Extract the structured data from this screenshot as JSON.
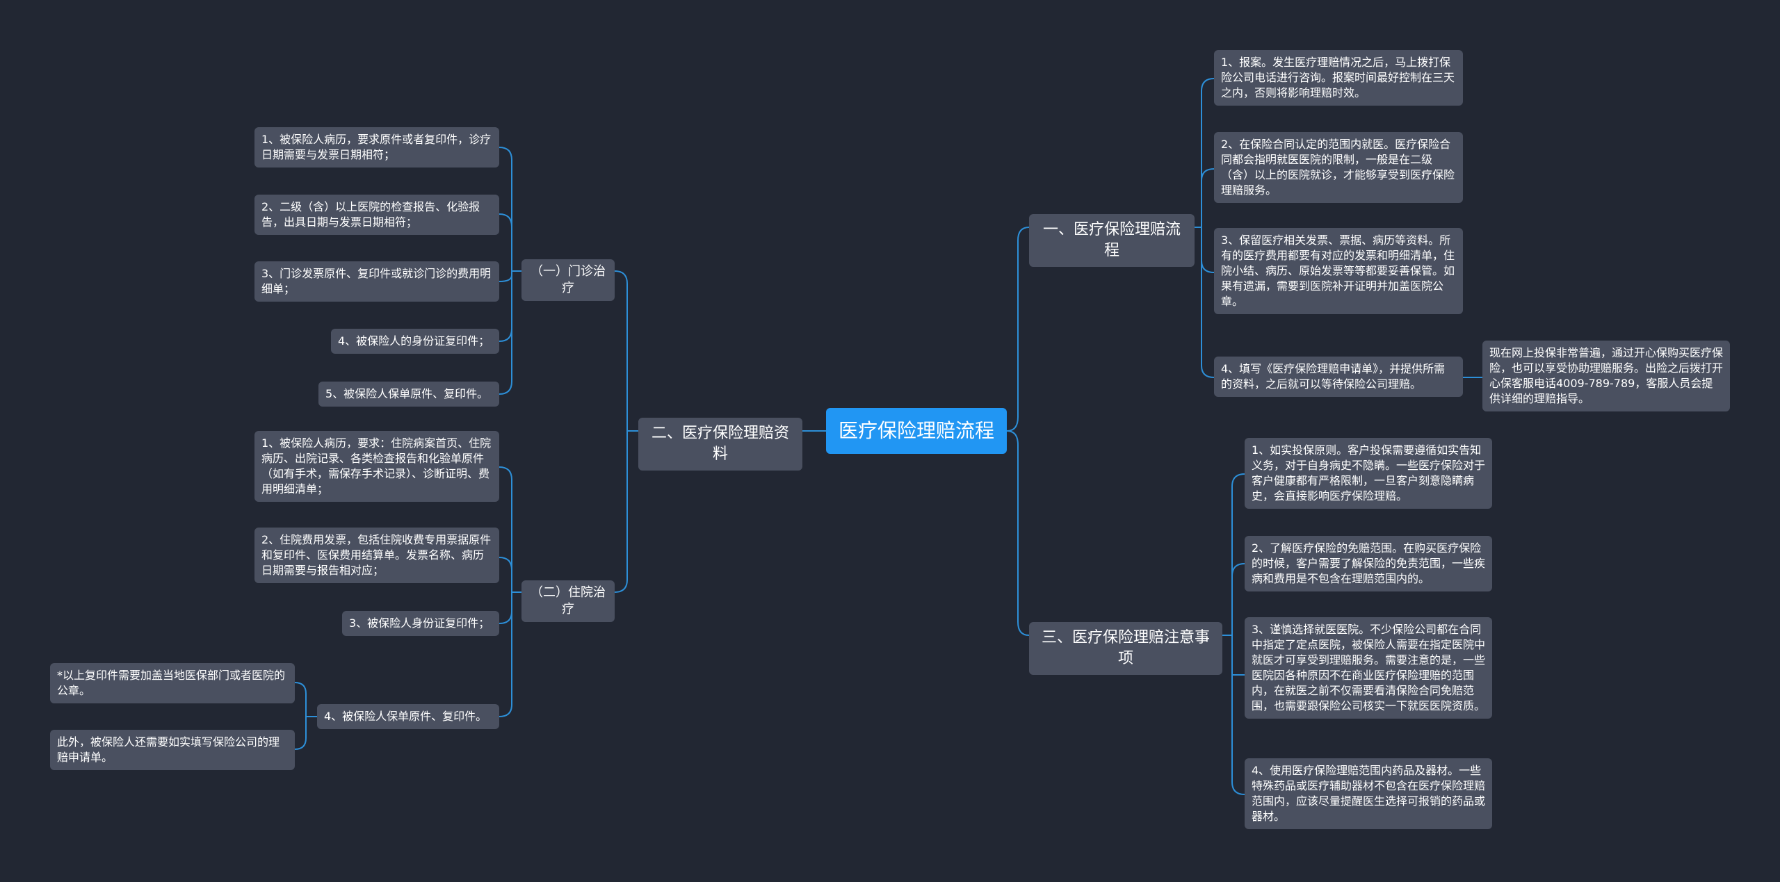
{
  "root": {
    "label": "医疗保险理赔流程"
  },
  "branch1": {
    "label": "一、医疗保险理赔流程",
    "items": [
      "1、报案。发生医疗理赔情况之后，马上拨打保险公司电话进行咨询。报案时间最好控制在三天之内，否则将影响理赔时效。",
      "2、在保险合同认定的范围内就医。医疗保险合同都会指明就医医院的限制，一般是在二级（含）以上的医院就诊，才能够享受到医疗保险理赔服务。",
      "3、保留医疗相关发票、票据、病历等资料。所有的医疗费用都要有对应的发票和明细清单，住院小结、病历、原始发票等等都要妥善保管。如果有遗漏，需要到医院补开证明并加盖医院公章。",
      "4、填写《医疗保险理赔申请单》，并提供所需的资料，之后就可以等待保险公司理赔。"
    ],
    "item4_note": "现在网上投保非常普遍，通过开心保购买医疗保险，也可以享受协助理赔服务。出险之后拨打开心保客服电话4009-789-789，客服人员会提供详细的理赔指导。"
  },
  "branch2": {
    "label": "二、医疗保险理赔资料",
    "sub1": {
      "label": "（一）门诊治疗",
      "items": [
        "1、被保险人病历，要求原件或者复印件，诊疗日期需要与发票日期相符；",
        "2、二级（含）以上医院的检查报告、化验报告，出具日期与发票日期相符；",
        "3、门诊发票原件、复印件或就诊门诊的费用明细单；",
        "4、被保险人的身份证复印件；",
        "5、被保险人保单原件、复印件。"
      ]
    },
    "sub2": {
      "label": "（二）住院治疗",
      "items": [
        "1、被保险人病历，要求：住院病案首页、住院病历、出院记录、各类检查报告和化验单原件（如有手术，需保存手术记录）、诊断证明、费用明细清单；",
        "2、住院费用发票，包括住院收费专用票据原件和复印件、医保费用结算单。发票名称、病历日期需要与报告相对应；",
        "3、被保险人身份证复印件；",
        "4、被保险人保单原件、复印件。"
      ],
      "item4_notes": [
        "*以上复印件需要加盖当地医保部门或者医院的公章。",
        "此外，被保险人还需要如实填写保险公司的理赔申请单。"
      ]
    }
  },
  "branch3": {
    "label": "三、医疗保险理赔注意事项",
    "items": [
      "1、如实投保原则。客户投保需要遵循如实告知义务，对于自身病史不隐瞒。一些医疗保险对于客户健康都有严格限制，一旦客户刻意隐瞒病史，会直接影响医疗保险理赔。",
      "2、了解医疗保险的免赔范围。在购买医疗保险的时候，客户需要了解保险的免责范围，一些疾病和费用是不包含在理赔范围内的。",
      "3、谨慎选择就医医院。不少保险公司都在合同中指定了定点医院，被保险人需要在指定医院中就医才可享受到理赔服务。需要注意的是，一些医院因各种原因不在商业医疗保险理赔的范围内，在就医之前不仅需要看清保险合同免赔范围，也需要跟保险公司核实一下就医医院资质。",
      "4、使用医疗保险理赔范围内药品及器材。一些特殊药品或医疗辅助器材不包含在医疗保险理赔范围内，应该尽量提醒医生选择可报销的药品或器材。"
    ]
  },
  "colors": {
    "background": "#222733",
    "node": "#4a5060",
    "root": "#2196f3",
    "link": "#2d8fd8"
  }
}
